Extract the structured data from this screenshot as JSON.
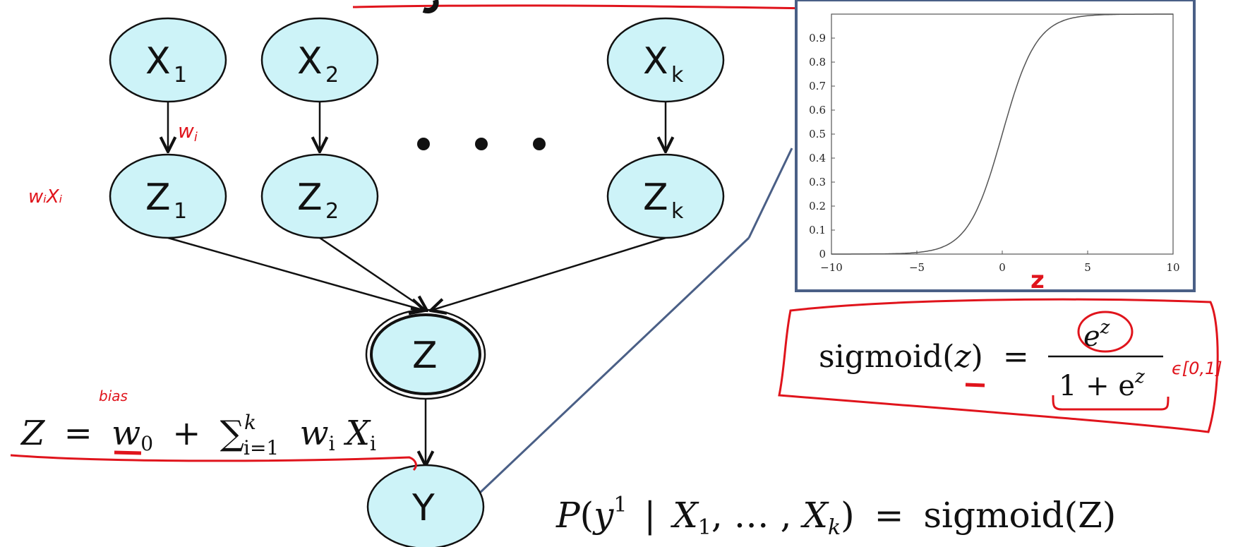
{
  "diagram": {
    "nodes": {
      "x1": {
        "main": "X",
        "sub": "1"
      },
      "x2": {
        "main": "X",
        "sub": "2"
      },
      "xk": {
        "main": "X",
        "sub": "k"
      },
      "z1": {
        "main": "Z",
        "sub": "1"
      },
      "z2": {
        "main": "Z",
        "sub": "2"
      },
      "zk": {
        "main": "Z",
        "sub": "k"
      },
      "z": {
        "main": "Z"
      },
      "y": {
        "main": "Y"
      }
    },
    "edge_label_wi": "w",
    "edge_label_wi_sub": "i",
    "node_label_wixi": "wᵢXᵢ",
    "bias_label": "bias",
    "equation_z": {
      "lhs": "Z",
      "eq": "=",
      "w": "w",
      "w_sub": "0",
      "plus": "+",
      "sum": "∑",
      "sum_sup": "k",
      "sum_sub": "i=1",
      "term_w": "w",
      "term_w_sub": "i",
      "term_x": "X",
      "term_x_sub": "i"
    }
  },
  "sigmoid_formula": {
    "name": "sigmoid",
    "open": "(",
    "var": "z",
    "close": ")",
    "eq": "=",
    "numerator": "e",
    "numerator_sup": "z",
    "denominator": "1 + e",
    "denominator_sup": "z",
    "annotation": "ϵ[0,1]"
  },
  "probability_formula": {
    "P": "P",
    "open": "(",
    "y": "y",
    "y_sup": "1",
    "bar": "|",
    "x1": "X",
    "x1_sub": "1",
    "mid": ", … , ",
    "xk": "X",
    "xk_sub": "k",
    "close": ")",
    "eq": "=",
    "rhs": "sigmoid(Z)"
  },
  "chart_data": {
    "type": "line",
    "title": "",
    "xlabel": "z",
    "ylabel": "",
    "xlim": [
      -10,
      10
    ],
    "ylim": [
      0,
      1
    ],
    "x_ticks": [
      "−10",
      "−5",
      "0",
      "5",
      "10"
    ],
    "y_ticks": [
      "0",
      "0.1",
      "0.2",
      "0.3",
      "0.4",
      "0.5",
      "0.6",
      "0.7",
      "0.8",
      "0.9"
    ],
    "series": [
      {
        "function": "sigmoid",
        "x_range": [
          -10,
          10
        ]
      }
    ],
    "grid": false
  },
  "colors": {
    "node_fill": "#cdf3f8",
    "annotation_red": "#e0141c",
    "connector": "#4a5f86"
  }
}
